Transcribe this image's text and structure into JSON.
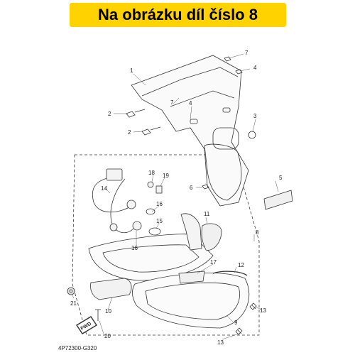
{
  "banner": {
    "text": "Na obrázku díl číslo 8",
    "color": "#ffd200"
  },
  "callouts": [
    "1",
    "2",
    "2",
    "3",
    "4",
    "4",
    "5",
    "6",
    "7",
    "7",
    "8",
    "9",
    "10",
    "11",
    "12",
    "13",
    "13",
    "14",
    "15",
    "16",
    "16",
    "17",
    "18",
    "19",
    "20",
    "21"
  ],
  "fwd_label": "FWD",
  "diagram_code": "4P72300-G320"
}
